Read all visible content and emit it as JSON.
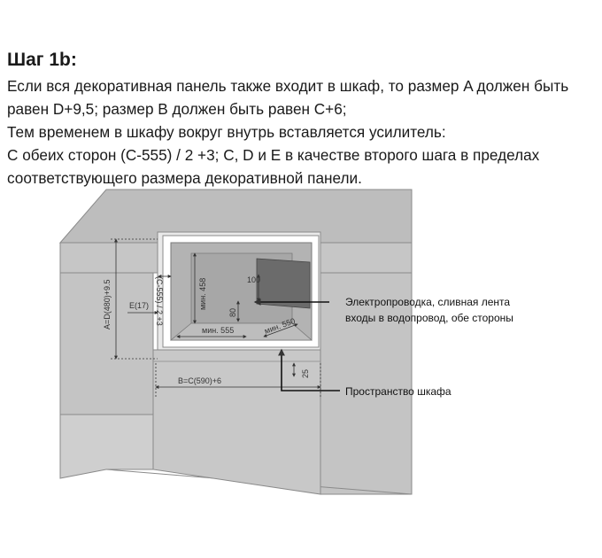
{
  "title": "Шаг 1b:",
  "lines": [
    "Если вся декоративная панель также входит в шкаф, то размер A должен быть",
    "равен D+9,5; размер B должен быть равен C+6;",
    "Тем временем в шкафу вокруг внутрь вставляется усилитель:",
    "С обеих сторон (C-555) / 2 +3; C, D и E в качестве второго шага в пределах",
    "соответствующего размера декоративной панели."
  ],
  "diagram": {
    "labels": {
      "a": "A=D(480)+9.5",
      "e": "E(17)",
      "side": "(C-555) / 2 +3",
      "min458": "мин. 458",
      "v80": "80",
      "v100": "100",
      "min555": "мин. 555",
      "min550": "мин. 550",
      "v25": "25",
      "b": "B=C(590)+6"
    },
    "callouts": {
      "wiring_line1": "Электропроводка, сливная лента",
      "wiring_line2": "входы в водопровод, обе стороны",
      "cabinet_space": "Пространство шкафа"
    }
  }
}
